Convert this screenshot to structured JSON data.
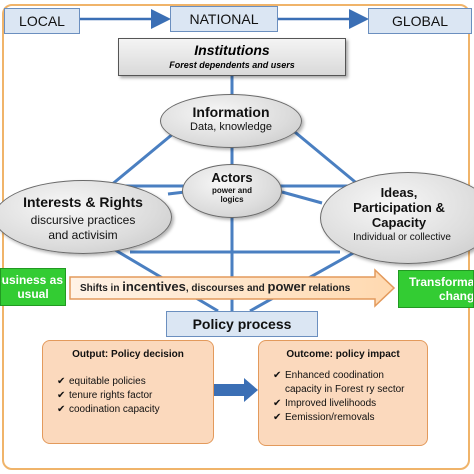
{
  "scale": {
    "local": "LOCAL",
    "national": "NATIONAL",
    "global": "GLOBAL"
  },
  "institutions": {
    "title": "Institutions",
    "subtitle": "Forest dependents and users"
  },
  "information": {
    "title": "Information",
    "subtitle": "Data, knowledge"
  },
  "actors": {
    "title": "Actors",
    "line1": "power and",
    "line2": "logics"
  },
  "interests": {
    "title": "Interests & Rights",
    "line1": "discursive practices",
    "line2": "and activisim"
  },
  "ideas": {
    "line1": "Ideas,",
    "line2": "Participation &",
    "line3": "Capacity",
    "subtitle": "Individual or collective"
  },
  "business": {
    "line1": "Business as",
    "line2": "usual"
  },
  "shifts": {
    "part1": "Shifts in ",
    "part2": "incentives",
    "part3": ", discourses and ",
    "part4": "power",
    "part5": " relations"
  },
  "transform": {
    "line1": "Transformational",
    "line2": "change"
  },
  "policy_process": "Policy process",
  "output": {
    "title": "Output: Policy decision",
    "items": [
      "equitable policies",
      "tenure rights factor",
      "coodination  capacity"
    ]
  },
  "outcome": {
    "title": "Outcome: policy impact",
    "items": [
      "Enhanced  coodination",
      "capacity  in Forest ry sector",
      "Improved livelihoods",
      "Eemission/removals"
    ]
  },
  "colors": {
    "green": "#33cc33",
    "blue_line": "#4a7fc1",
    "orange": "#f0b46a",
    "panel": "#fbd9bd"
  }
}
